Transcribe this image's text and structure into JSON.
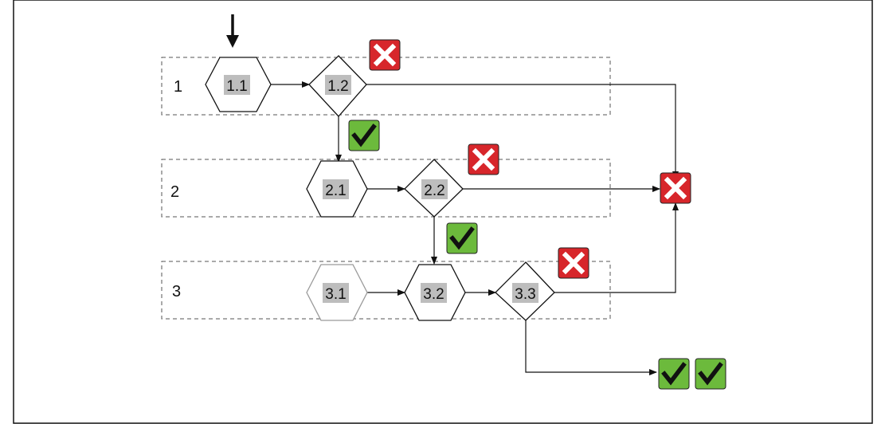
{
  "rows": [
    {
      "label": "1"
    },
    {
      "label": "2"
    },
    {
      "label": "3"
    }
  ],
  "nodes": [
    {
      "label": "1.1",
      "shape": "hexagon"
    },
    {
      "label": "1.2",
      "shape": "diamond"
    },
    {
      "label": "2.1",
      "shape": "hexagon"
    },
    {
      "label": "2.2",
      "shape": "diamond"
    },
    {
      "label": "3.1",
      "shape": "hexagon",
      "faded": true
    },
    {
      "label": "3.2",
      "shape": "hexagon"
    },
    {
      "label": "3.3",
      "shape": "diamond"
    }
  ],
  "icons": [
    {
      "type": "fail-icon"
    },
    {
      "type": "fail-icon"
    },
    {
      "type": "fail-icon"
    },
    {
      "type": "fail-icon"
    },
    {
      "type": "pass-icon"
    },
    {
      "type": "pass-icon"
    },
    {
      "type": "pass-icon"
    },
    {
      "type": "pass-icon"
    }
  ],
  "colors": {
    "fail_icon": "#d7262b",
    "pass_icon": "#6cba3c",
    "label_highlight": "#bdbdbd"
  }
}
